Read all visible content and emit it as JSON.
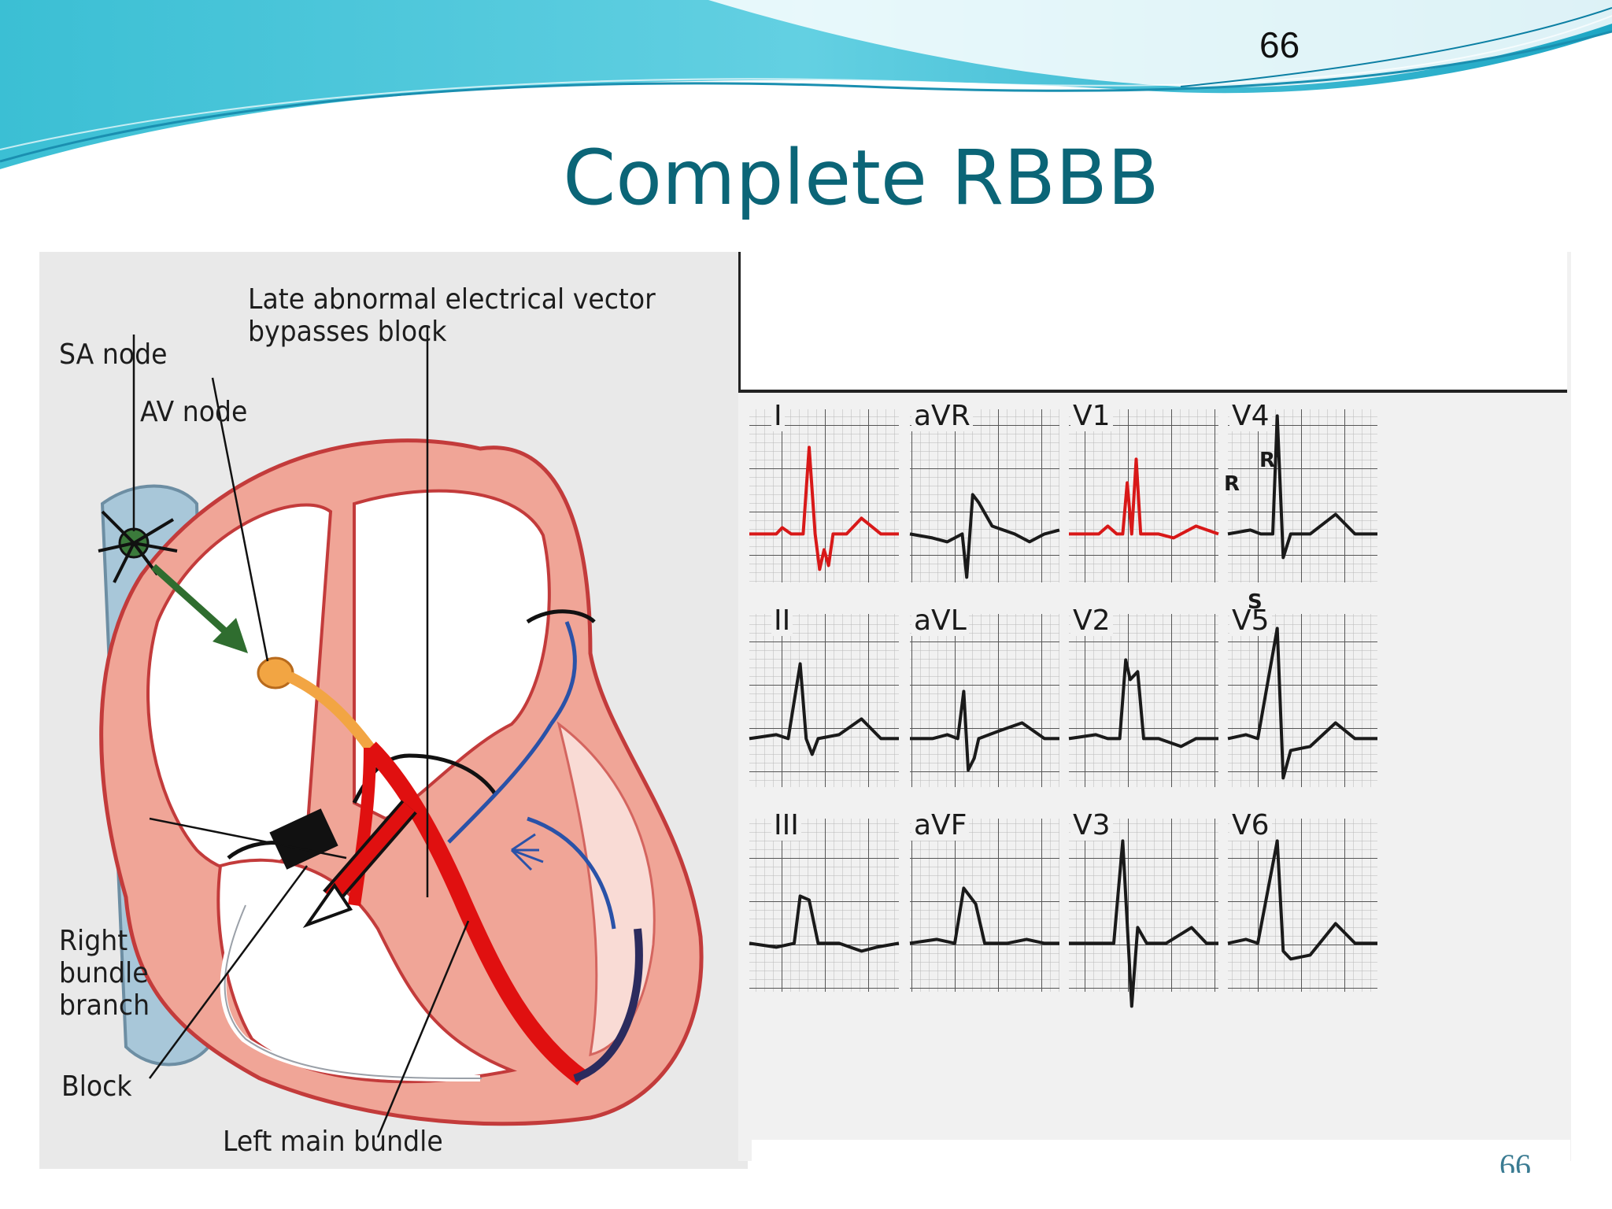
{
  "slide": {
    "page_number": "66",
    "title": "Complete RBBB",
    "footer_number": "66"
  },
  "heart": {
    "labels": {
      "late_vector": "Late abnormal electrical vector\nbypasses block",
      "sa_node": "SA node",
      "av_node": "AV node",
      "right_bundle": "Right\nbundle\nbranch",
      "block": "Block",
      "left_main": "Left main bundle"
    }
  },
  "ecg": {
    "leads": [
      "I",
      "aVR",
      "V1",
      "V4",
      "II",
      "aVL",
      "V2",
      "V5",
      "III",
      "aVF",
      "V3",
      "V6"
    ],
    "wave_labels": {
      "r": "R",
      "r_prime": "R'",
      "s": "S"
    }
  },
  "colors": {
    "title": "#0b6577",
    "heart_wall": "#f0a597",
    "conduction": "#e01010",
    "ecg_highlight": "#d81818"
  }
}
